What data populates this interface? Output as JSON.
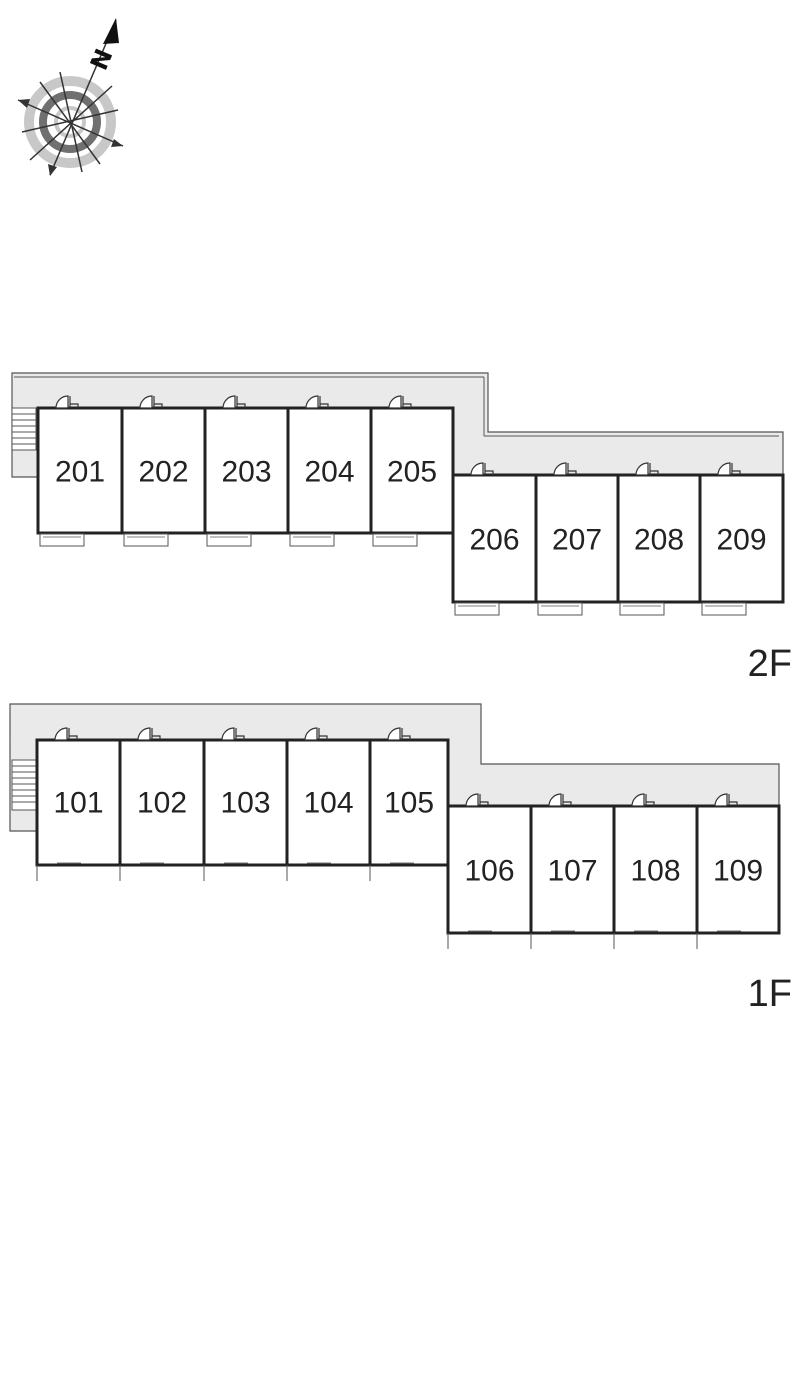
{
  "compass": {
    "letter": "N",
    "icon": "north-compass-icon"
  },
  "colors": {
    "walkway": "#eaeaea",
    "wall": "#222222",
    "line": "#555555",
    "compass_ring_light": "#c8c8c8",
    "compass_ring_dark": "#707070"
  },
  "floors": [
    {
      "label": "2F",
      "units": [
        "201",
        "202",
        "203",
        "204",
        "205",
        "206",
        "207",
        "208",
        "209"
      ]
    },
    {
      "label": "1F",
      "units": [
        "101",
        "102",
        "103",
        "104",
        "105",
        "106",
        "107",
        "108",
        "109"
      ]
    }
  ]
}
